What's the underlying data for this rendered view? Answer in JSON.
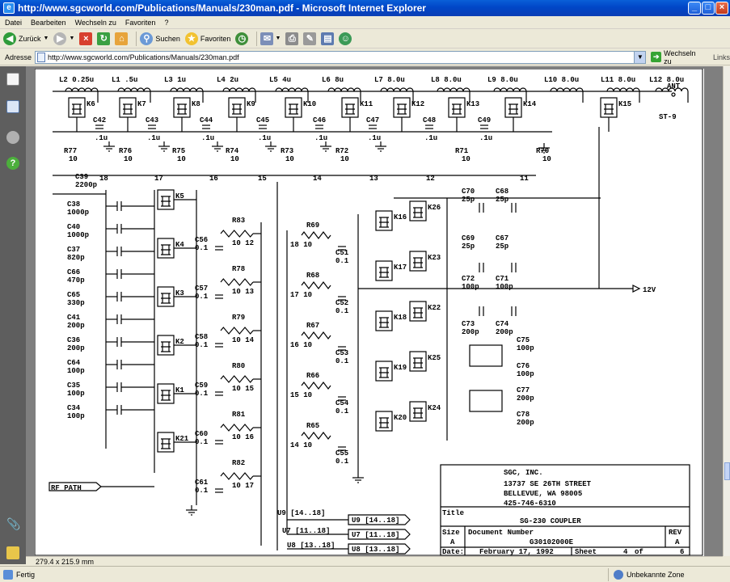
{
  "window": {
    "title": "http://www.sgcworld.com/Publications/Manuals/230man.pdf - Microsoft Internet Explorer"
  },
  "menu": [
    "Datei",
    "Bearbeiten",
    "Wechseln zu",
    "Favoriten",
    "?"
  ],
  "toolbar": {
    "back": "Zurück",
    "search": "Suchen",
    "favorites": "Favoriten"
  },
  "address": {
    "label": "Adresse",
    "url": "http://www.sgcworld.com/Publications/Manuals/230man.pdf",
    "go": "Wechseln zu",
    "links": "Links"
  },
  "pdf": {
    "page_size": "279.4 x 215.9 mm"
  },
  "status": {
    "left": "Fertig",
    "zone": "Unbekannte Zone"
  },
  "schematic": {
    "inductors": [
      "L2 0.25u",
      "L1 .5u",
      "L3 1u",
      "L4 2u",
      "L5 4u",
      "L6 8u",
      "L7 8.0u",
      "L8 8.0u",
      "L9 8.0u",
      "L10 8.0u",
      "L11 8.0u",
      "L12 8.0u"
    ],
    "ant": "ANT",
    "st9": "ST-9",
    "relays_top": [
      "K6",
      "K7",
      "K8",
      "K9",
      "K10",
      "K11",
      "K12",
      "K13",
      "K14",
      "K15"
    ],
    "caps_top": [
      "C42",
      "C43",
      "C44",
      "C45",
      "C46",
      "C47",
      "C48",
      "C49"
    ],
    "cap_val": ".1u",
    "res_top": [
      "R77",
      "R76",
      "R75",
      "R74",
      "R73",
      "R72",
      "R71",
      "R70"
    ],
    "res10": "10",
    "nodes": [
      "18",
      "17",
      "16",
      "15",
      "14",
      "13",
      "12",
      "11"
    ],
    "c39": "C39",
    "c39v": "2200p",
    "left_caps": [
      [
        "C38",
        "1000p"
      ],
      [
        "C40",
        "1000p"
      ],
      [
        "C37",
        "820p"
      ],
      [
        "C66",
        "470p"
      ],
      [
        "C65",
        "330p"
      ],
      [
        "C41",
        "200p"
      ],
      [
        "C36",
        "200p"
      ],
      [
        "C64",
        "100p"
      ],
      [
        "C35",
        "100p"
      ],
      [
        "C34",
        "100p"
      ]
    ],
    "relays_left": [
      "K5",
      "K4",
      "K3",
      "K2",
      "K1",
      "K21"
    ],
    "caps_mid": [
      "C56",
      "C57",
      "C58",
      "C59",
      "C60",
      "C61"
    ],
    "cap01": "0.1",
    "res_mid": [
      "R83",
      "R78",
      "R79",
      "R80",
      "R81",
      "R82"
    ],
    "res_mid_nodes": [
      "10 12",
      "10 13",
      "10 14",
      "10 15",
      "10 16",
      "10 17"
    ],
    "rf_path": "RF PATH",
    "res_right": [
      "R69",
      "R68",
      "R67",
      "R66",
      "R65"
    ],
    "res_right_nodes": [
      "18 10",
      "17 10",
      "16 10",
      "15 10",
      "14 10"
    ],
    "caps_right": [
      "C51",
      "C52",
      "C53",
      "C54",
      "C55"
    ],
    "relays_r1": [
      "K16",
      "K17",
      "K18",
      "K19",
      "K20"
    ],
    "relays_r2": [
      "K26",
      "K23",
      "K22",
      "K25",
      "K24"
    ],
    "caps_far": [
      [
        "C70",
        "25p"
      ],
      [
        "C68",
        "25p"
      ],
      [
        "C69",
        "25p"
      ],
      [
        "C67",
        "25p"
      ],
      [
        "C72",
        "100p"
      ],
      [
        "C71",
        "100p"
      ],
      [
        "C73",
        "200p"
      ],
      [
        "C74",
        "200p"
      ],
      [
        "C75",
        "100p"
      ],
      [
        "C76",
        "100p"
      ],
      [
        "C77",
        "200p"
      ],
      [
        "C78",
        "200p"
      ]
    ],
    "v12": "12V",
    "buses": [
      "U9 [14..18]",
      "U7 [11..18]",
      "U8 [13..18]"
    ],
    "title_block": {
      "company": "SGC, INC.",
      "street": "13737 SE 26TH STREET",
      "city": "BELLEVUE, WA 98005",
      "phone": "425-746-6310",
      "title_label": "Title",
      "title": "SG-230 COUPLER",
      "size_label": "Size",
      "size": "A",
      "docnum_label": "Document Number",
      "docnum": "G30102000E",
      "rev_label": "REV",
      "rev": "A",
      "date_label": "Date:",
      "date": "February 17, 1992",
      "sheet_label": "Sheet",
      "sheet": "4",
      "of": "of",
      "sheets": "6"
    }
  }
}
